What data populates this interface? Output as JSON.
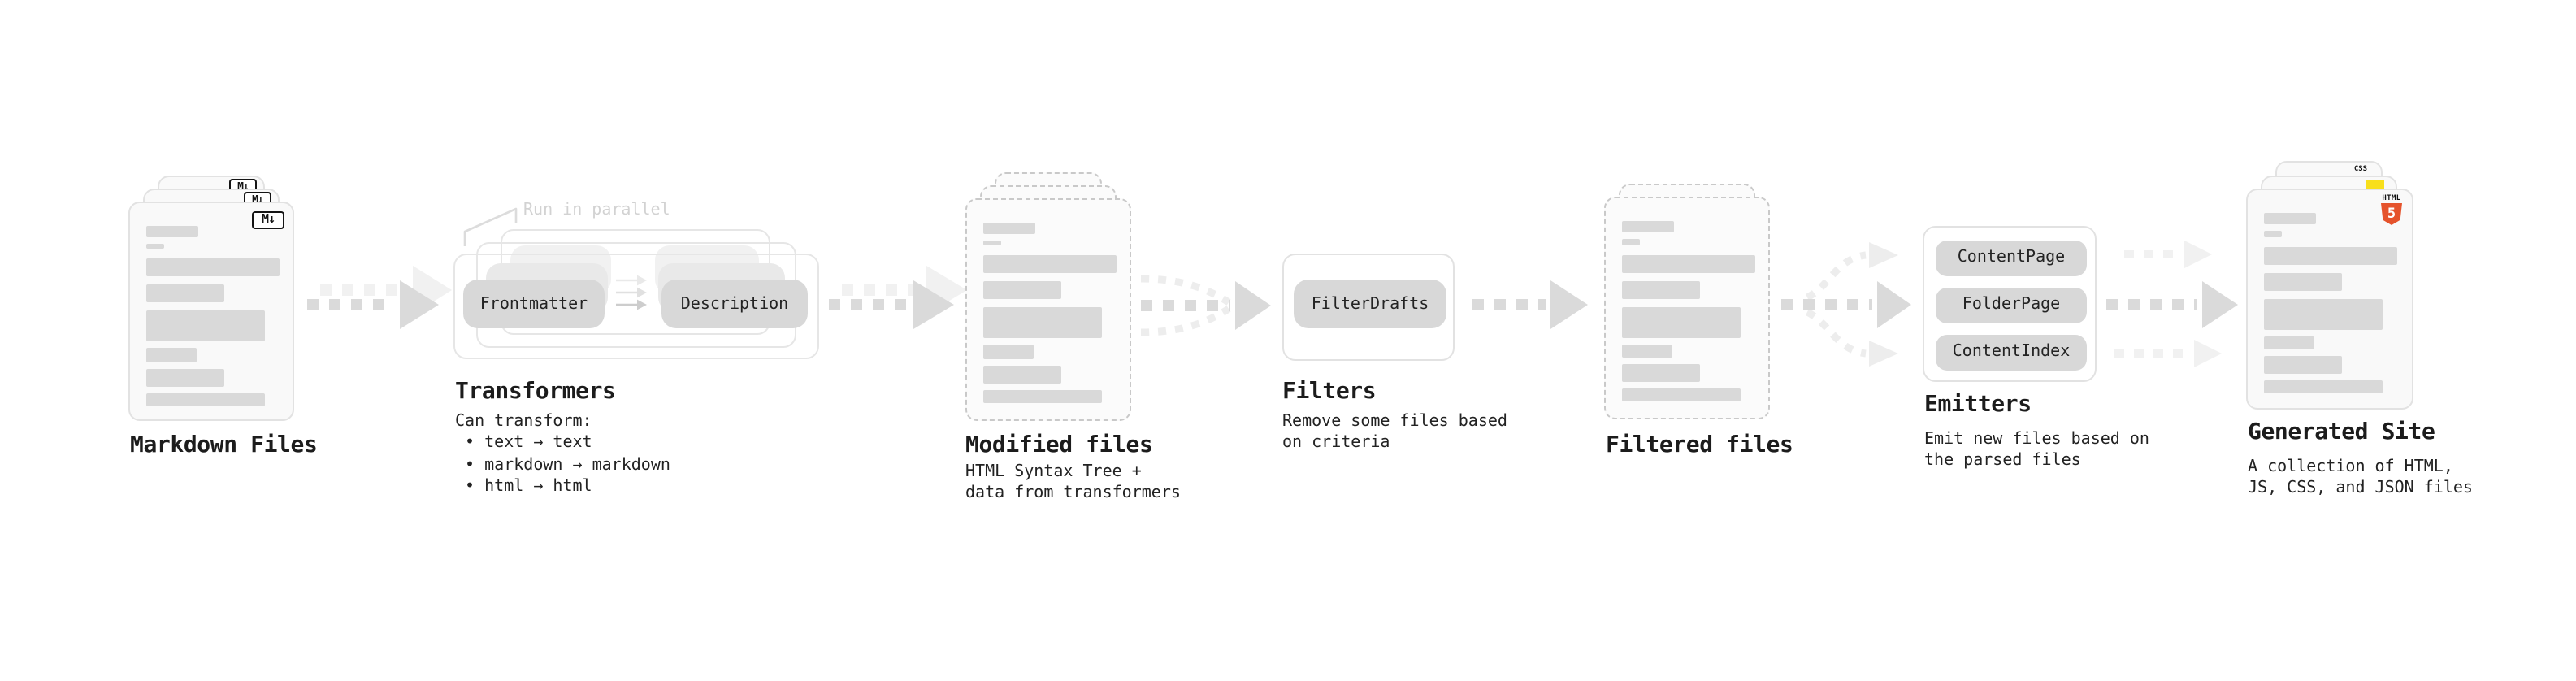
{
  "diagram": {
    "markdown_files": {
      "title": "Markdown Files",
      "badge": "M↓"
    },
    "transformers": {
      "note": "Run in parallel",
      "pill_left": "Frontmatter",
      "pill_right": "Description",
      "title": "Transformers",
      "body": "Can transform:\n • text → text\n • markdown → markdown\n • html → html"
    },
    "modified_files": {
      "title": "Modified files",
      "body": "HTML Syntax Tree +\ndata from transformers"
    },
    "filters": {
      "pill": "FilterDrafts",
      "title": "Filters",
      "body": "Remove some files based\non criteria"
    },
    "filtered_files": {
      "title": "Filtered files"
    },
    "emitters": {
      "pills": [
        "ContentPage",
        "FolderPage",
        "ContentIndex"
      ],
      "title": "Emitters",
      "body": "Emit new files based on\nthe parsed files"
    },
    "generated_site": {
      "title": "Generated Site",
      "body": "A collection of HTML,\nJS, CSS, and JSON files",
      "css_badge": "CSS",
      "html_badge_label": "HTML",
      "html_badge_number": "5"
    }
  },
  "colors": {
    "bar_gray": "#d9d9d9",
    "pill_gray": "#d8d8d8",
    "arrow_dark": "#dadada",
    "arrow_light": "#f1f1f1",
    "html5_orange": "#e5532c",
    "js_yellow": "#f8df1c",
    "css_blue": "#2e6be4"
  },
  "doc_line_pattern": [
    {
      "w": 32,
      "h": 7,
      "mb": 4
    },
    {
      "w": 11,
      "h": 3.5,
      "mb": 6
    },
    {
      "w": 82,
      "h": 11,
      "mb": 5
    },
    {
      "w": 48,
      "h": 11,
      "mb": 5
    },
    {
      "w": 73,
      "h": 19,
      "mb": 4
    },
    {
      "w": 31,
      "h": 8.5,
      "mb": 4
    },
    {
      "w": 48,
      "h": 11,
      "mb": 4
    },
    {
      "w": 73,
      "h": 8,
      "mb": 0
    }
  ]
}
